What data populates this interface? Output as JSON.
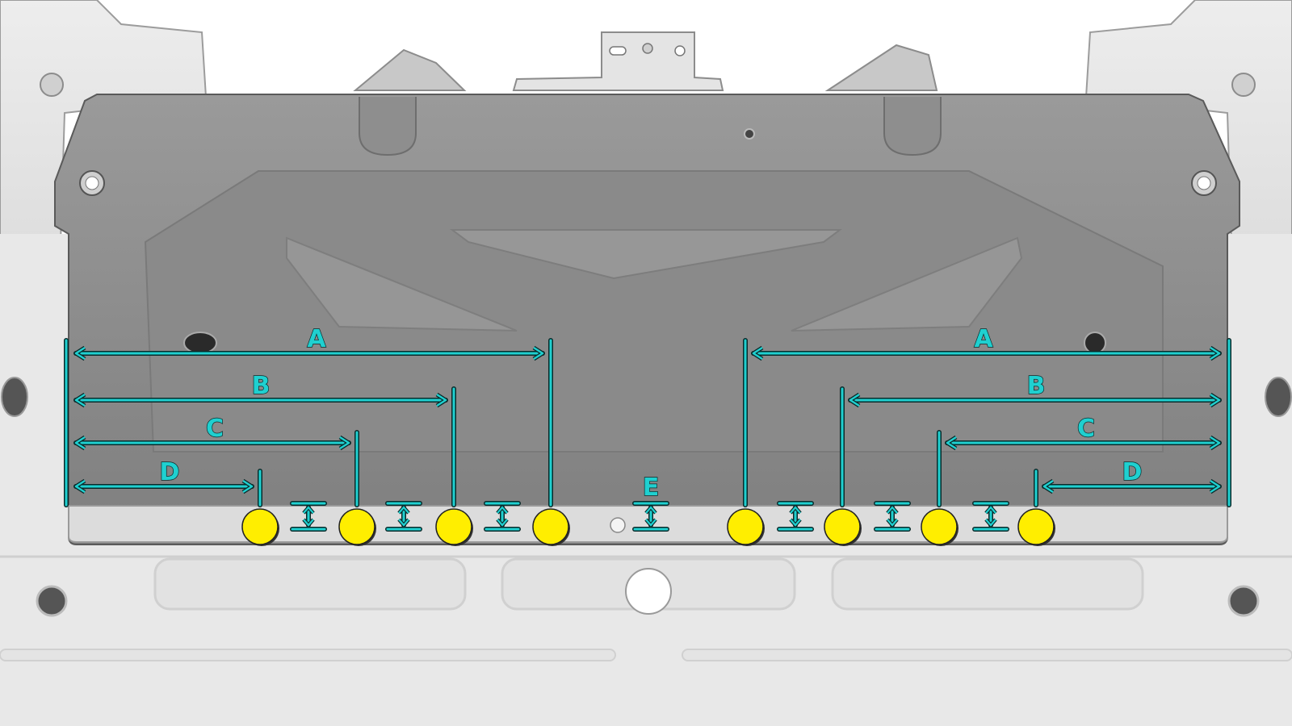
{
  "figure": {
    "colors": {
      "background": "#ffffff",
      "frame": "#e6e6e6",
      "frame_line": "#bdbdbd",
      "panel": "#8e8e8e",
      "panel_light": "#a4a4a4",
      "panel_dark": "#6e6e6e",
      "strip": "#d9d9d9",
      "dimension": "#1fd0d0",
      "dimension_outline": "#0a2a2a",
      "marker": "#ffee00",
      "marker_outline": "#222222"
    },
    "dimension_labels": {
      "left": [
        "A",
        "B",
        "C",
        "D"
      ],
      "right": [
        "A",
        "B",
        "C",
        "D"
      ],
      "gap": "E"
    },
    "markers": {
      "left_count": 4,
      "right_count": 4,
      "center_hole": "small-hole"
    },
    "icons": [
      "double-arrow-icon",
      "vertical-gap-arrow-icon",
      "yellow-dot-icon"
    ]
  }
}
